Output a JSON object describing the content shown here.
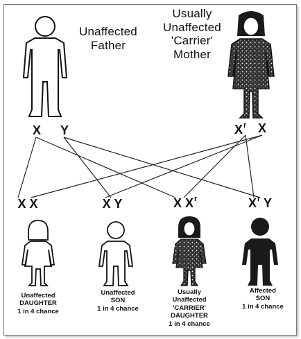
{
  "parents": {
    "father": {
      "label_line1": "Unaffected",
      "label_line2": "Father",
      "alleles": [
        "X",
        "Y"
      ]
    },
    "mother": {
      "label_line1": "Usually",
      "label_line2": "Unaffected",
      "label_line3": "'Carrier'",
      "label_line4": "Mother",
      "alleles": [
        "X",
        "r",
        "X"
      ]
    }
  },
  "offspring": [
    {
      "genotype": "X X",
      "caption": [
        "Unaffected",
        "DAUGHTER",
        "1 in 4 chance"
      ]
    },
    {
      "genotype": "X Y",
      "caption": [
        "Unaffected",
        "SON",
        "1 in 4 chance"
      ]
    },
    {
      "genotype": "X X",
      "genotype_sup": "r",
      "caption": [
        "Usually",
        "Unaffected",
        "'CARRIER'",
        "DAUGHTER",
        "1 in 4 chance"
      ]
    },
    {
      "genotype": "X",
      "genotype_sup": "r",
      "genotype_tail": "Y",
      "caption": [
        "Affected",
        "SON",
        "1 in 4 chance"
      ]
    }
  ],
  "colors": {
    "ink": "#111111",
    "affected": "#1a1a1a",
    "carrier_fill": "#2a2a2a"
  }
}
